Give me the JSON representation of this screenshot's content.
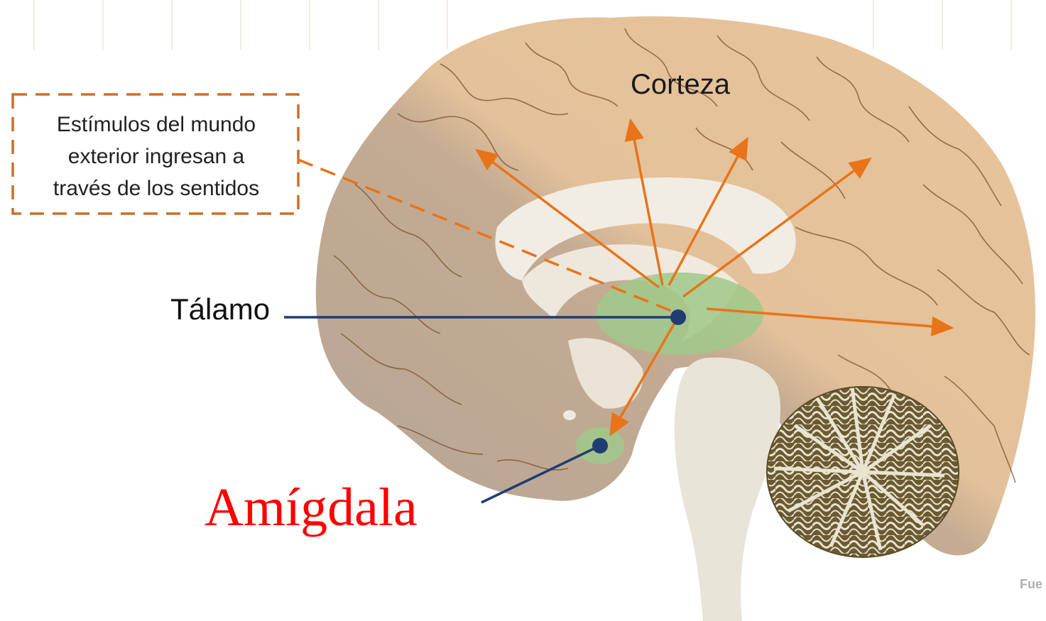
{
  "labels": {
    "stimulus_line1": "Estímulos del mundo",
    "stimulus_line2": "exterior ingresan a",
    "stimulus_line3": "través de los sentidos",
    "cortex": "Corteza",
    "thalamus": "Tálamo",
    "amygdala": "Amígdala",
    "source_fragment": "Fue"
  },
  "colors": {
    "cortex": "#e8c49a",
    "cortex_shadow": "#b5a595",
    "sulcus": "#7b4f2a",
    "white_matter": "#f2ede4",
    "thalamus": "#9fc98a",
    "arrow": "#e8741a",
    "pointer": "#1f3d73",
    "amygdala_label": "#ff0000",
    "cerebellum_dark": "#6b5a32",
    "cerebellum_light": "#e9e3cf",
    "stem": "#e9e4d8"
  }
}
